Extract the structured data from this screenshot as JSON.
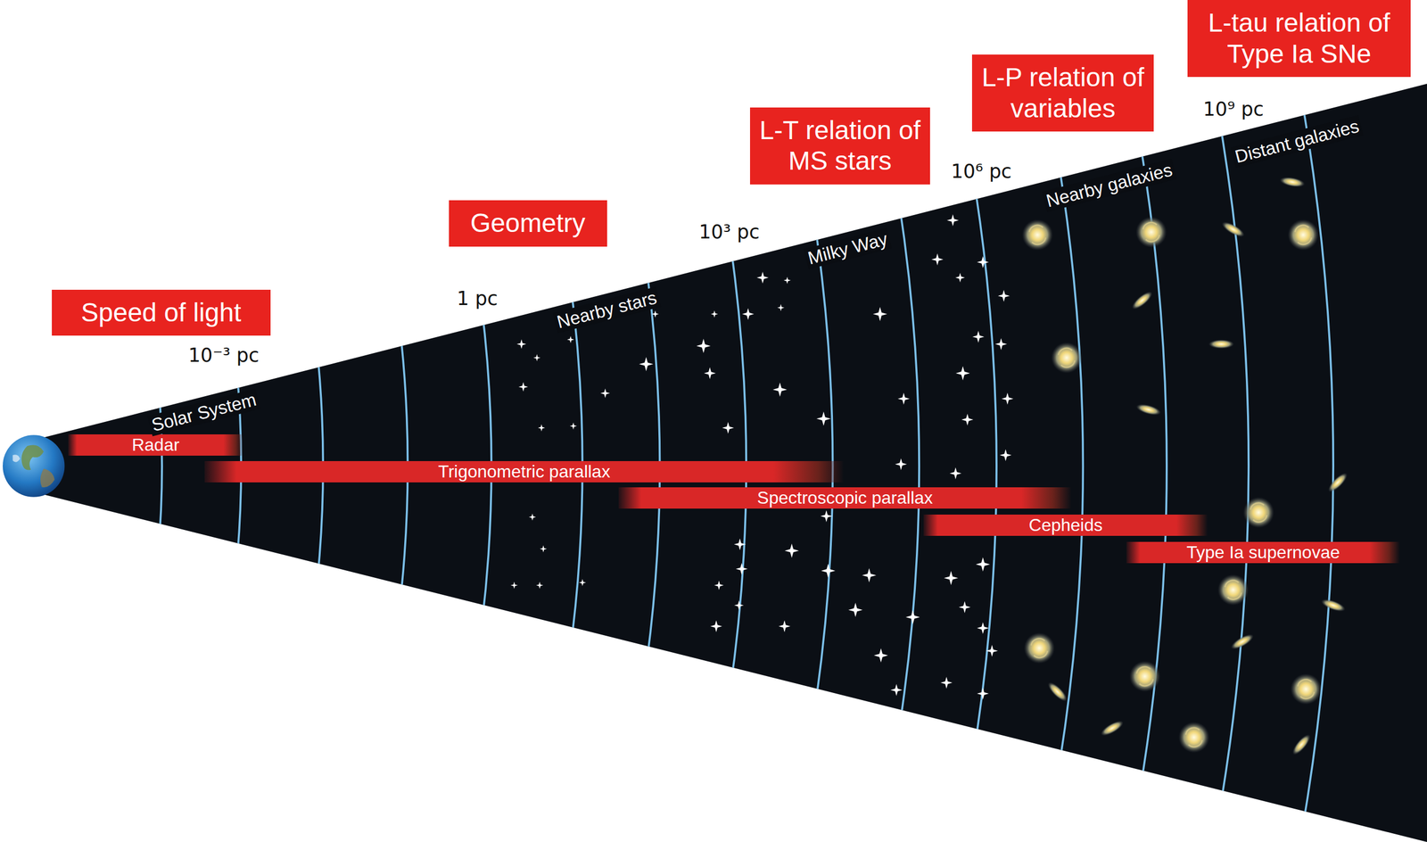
{
  "diagram": {
    "nodes": [
      {
        "text": [
          "Speed of light"
        ]
      },
      {
        "text": [
          "Geometry"
        ]
      },
      {
        "text": [
          "L-T relation of MS stars"
        ]
      },
      {
        "text": [
          "L-P relation of variables"
        ]
      },
      {
        "text": [
          "L-tau relation of Type Ia SNe"
        ]
      },
      {
        "text": [
          "Radar"
        ]
      },
      {
        "text": [
          "Trigonometric parallax"
        ]
      },
      {
        "text": [
          "Spectroscopic parallax"
        ]
      },
      {
        "text": [
          "Cepheids"
        ]
      },
      {
        "text": [
          "Type Ia supernovae"
        ]
      }
    ],
    "labels": [
      "Solar System",
      "10⁻³ pc",
      "1 pc",
      "Nearby stars",
      "10³ pc",
      "Milky Way",
      "10⁶ pc",
      "Nearby galaxies",
      "10⁹ pc",
      "Distant galaxies"
    ]
  }
}
